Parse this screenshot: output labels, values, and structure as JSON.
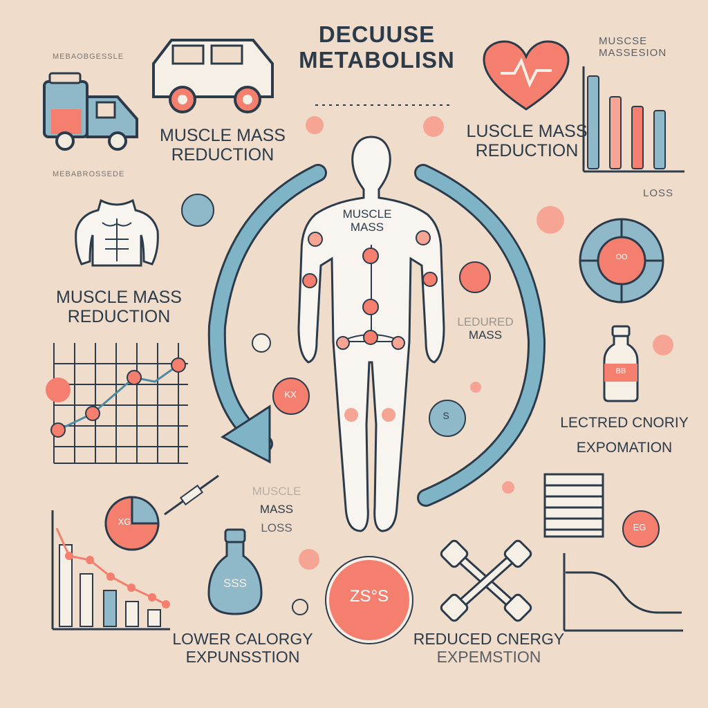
{
  "title": {
    "line1": "DECUUSE",
    "line2": "METABOLISN"
  },
  "labels": {
    "top_left_small": "MEBAOBGESSLE",
    "truck_label_line1": "MUSCLE MASS",
    "truck_label_line2": "REDUCTION",
    "heart_label_line1": "LUSCLE MASS",
    "heart_label_line2": "REDUCTION",
    "bar_title_line1": "MUSCSE",
    "bar_title_line2": "MASSESION",
    "left_small": "MEBABROSSEDE",
    "torso_label_line1": "MUSCLE MASS",
    "torso_label_line2": "REDUCTION",
    "body_center_line1": "MUSCLE",
    "body_center_line2": "MASS",
    "right_of_body_line1": "LEDURED",
    "right_of_body_line2": "MASS",
    "right_small_loss": "LOSS",
    "lected_line1": "LECTRED CNORIY",
    "lected_line2": "EXPOMATION",
    "mass_loss_line1": "MUSCLE",
    "mass_loss_line2": "MASS",
    "mass_loss_line3": "LOSS",
    "lower_line1": "LOWER CALORGY",
    "lower_line2": "EXPUNSSTION",
    "reduced_line1": "REDUCED CNERGY",
    "reduced_line2": "EXPEMSTION"
  },
  "badges": {
    "circle_zs": "ZS°S",
    "bottle_left": "SSS",
    "pie_center": "XG",
    "coral_badge_center": "KX",
    "blue_badge_center": "S",
    "right_badge": "EG",
    "donut_center": "OO",
    "bottle_right": "BB"
  },
  "icons": [
    "truck-icon",
    "van-icon",
    "heart-icon",
    "torso-icon",
    "human-body-icon",
    "bar-chart-icon",
    "line-chart-icon",
    "donut-icon",
    "bottle-icon",
    "dumbbell-icon",
    "list-icon",
    "pie-icon",
    "syringe-icon",
    "curve-chart-icon"
  ],
  "colors": {
    "background": "#efdccb",
    "coral": "#f47f6e",
    "blue": "#7fb3c6",
    "ink": "#2c3b4a",
    "body_fill": "#f8f5f1"
  }
}
